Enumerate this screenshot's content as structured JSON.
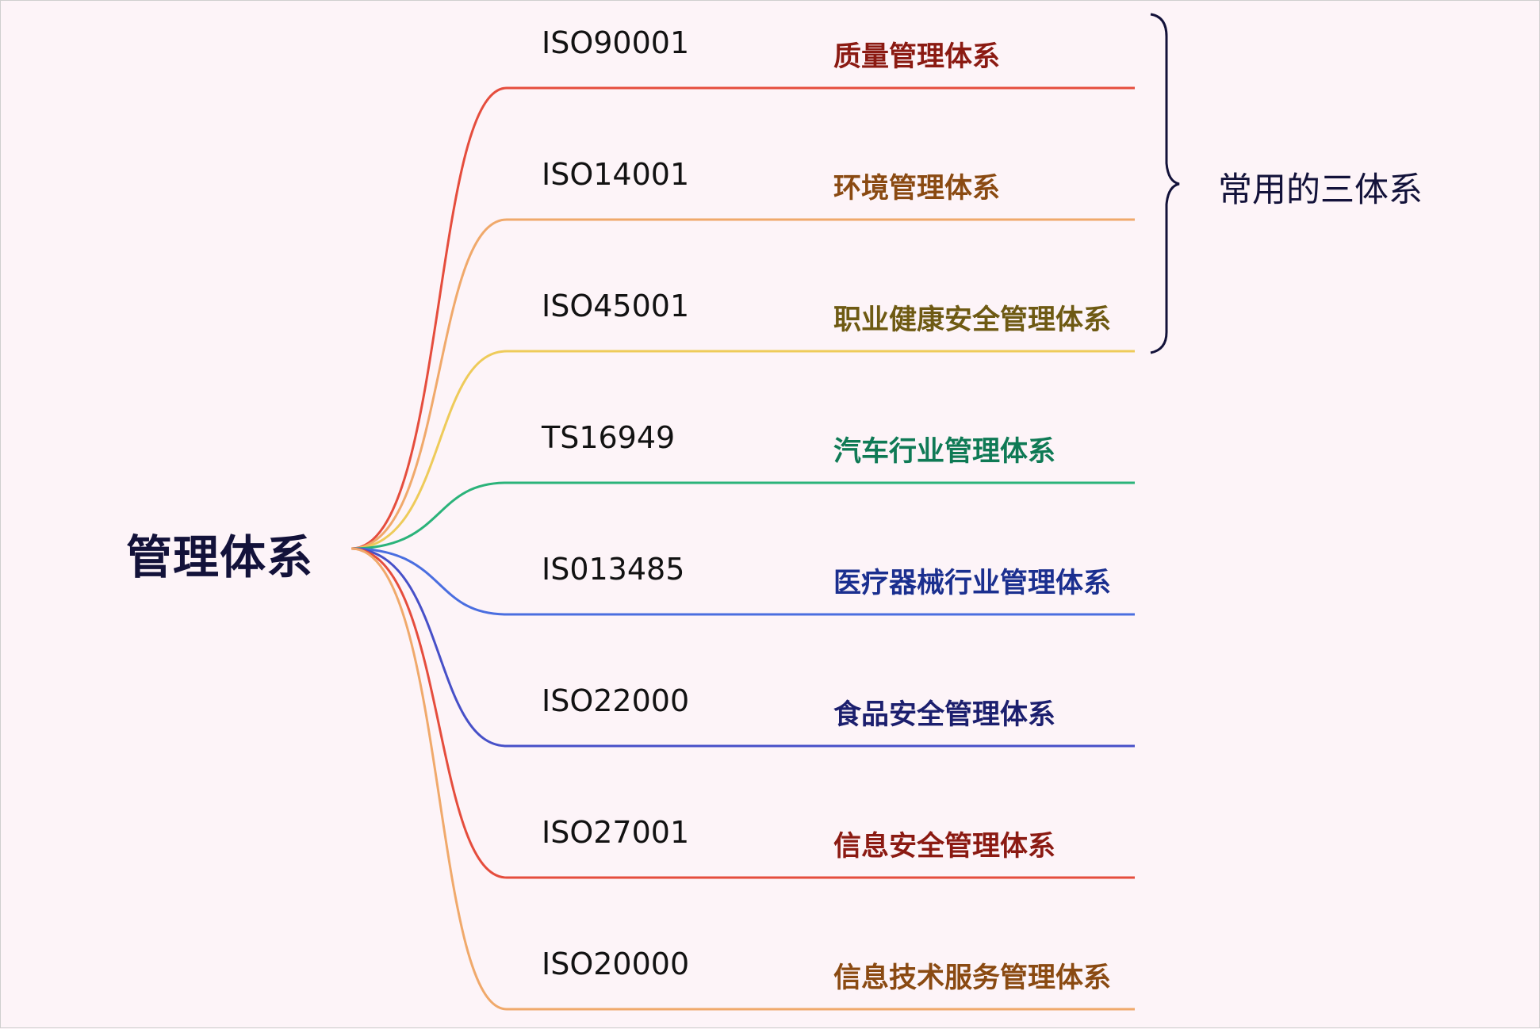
{
  "root": {
    "label": "管理体系"
  },
  "branches": [
    {
      "code": "ISO90001",
      "name": "质量管理体系",
      "line_color": "#e54d3d",
      "text_color": "#8b1a12"
    },
    {
      "code": "ISO14001",
      "name": "环境管理体系",
      "line_color": "#f0a96b",
      "text_color": "#8a4a12"
    },
    {
      "code": "ISO45001",
      "name": "职业健康安全管理体系",
      "line_color": "#eecb5a",
      "text_color": "#6e5a13"
    },
    {
      "code": "TS16949",
      "name": "汽车行业管理体系",
      "line_color": "#2bb37a",
      "text_color": "#0f7a55"
    },
    {
      "code": "IS013485",
      "name": "医疗器械行业管理体系",
      "line_color": "#4a6ee0",
      "text_color": "#1b2f8f"
    },
    {
      "code": "ISO22000",
      "name": "食品安全管理体系",
      "line_color": "#4750c8",
      "text_color": "#1c1f6e"
    },
    {
      "code": "ISO27001",
      "name": "信息安全管理体系",
      "line_color": "#e54d3d",
      "text_color": "#8b1a12"
    },
    {
      "code": "ISO20000",
      "name": "信息技术服务管理体系",
      "line_color": "#f0a96b",
      "text_color": "#8a4a12"
    }
  ],
  "summary": {
    "label": "常用的三体系",
    "bracket_color": "#13123a"
  }
}
